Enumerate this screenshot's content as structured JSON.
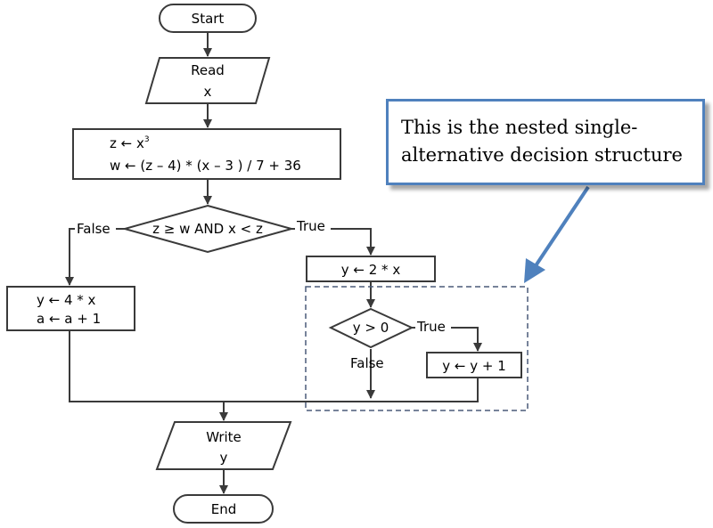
{
  "nodes": {
    "start": "Start",
    "read_label": "Read",
    "read_var": "x",
    "calc_z_prefix": "z ← x",
    "calc_z_exp": "3",
    "calc_w": "w ← (z – 4) * (x – 3 ) / 7 + 36",
    "decision1": "z ≥ w AND x < z",
    "false_branch_line1": "y ← 4 * x",
    "false_branch_line2": "a ← a + 1",
    "true_branch": "y ← 2 * x",
    "decision2": "y > 0",
    "inc": "y ← y + 1",
    "write_label": "Write",
    "write_var": "y",
    "end": "End"
  },
  "edges": {
    "d1_false": "False",
    "d1_true": "True",
    "d2_true": "True",
    "d2_false": "False"
  },
  "callout": {
    "text": "This is the nested single-alternative decision structure"
  },
  "colors": {
    "callout_border": "#4f81bd",
    "arrow_fill": "#4f81bd",
    "dashed_box": "#4a5a78"
  }
}
